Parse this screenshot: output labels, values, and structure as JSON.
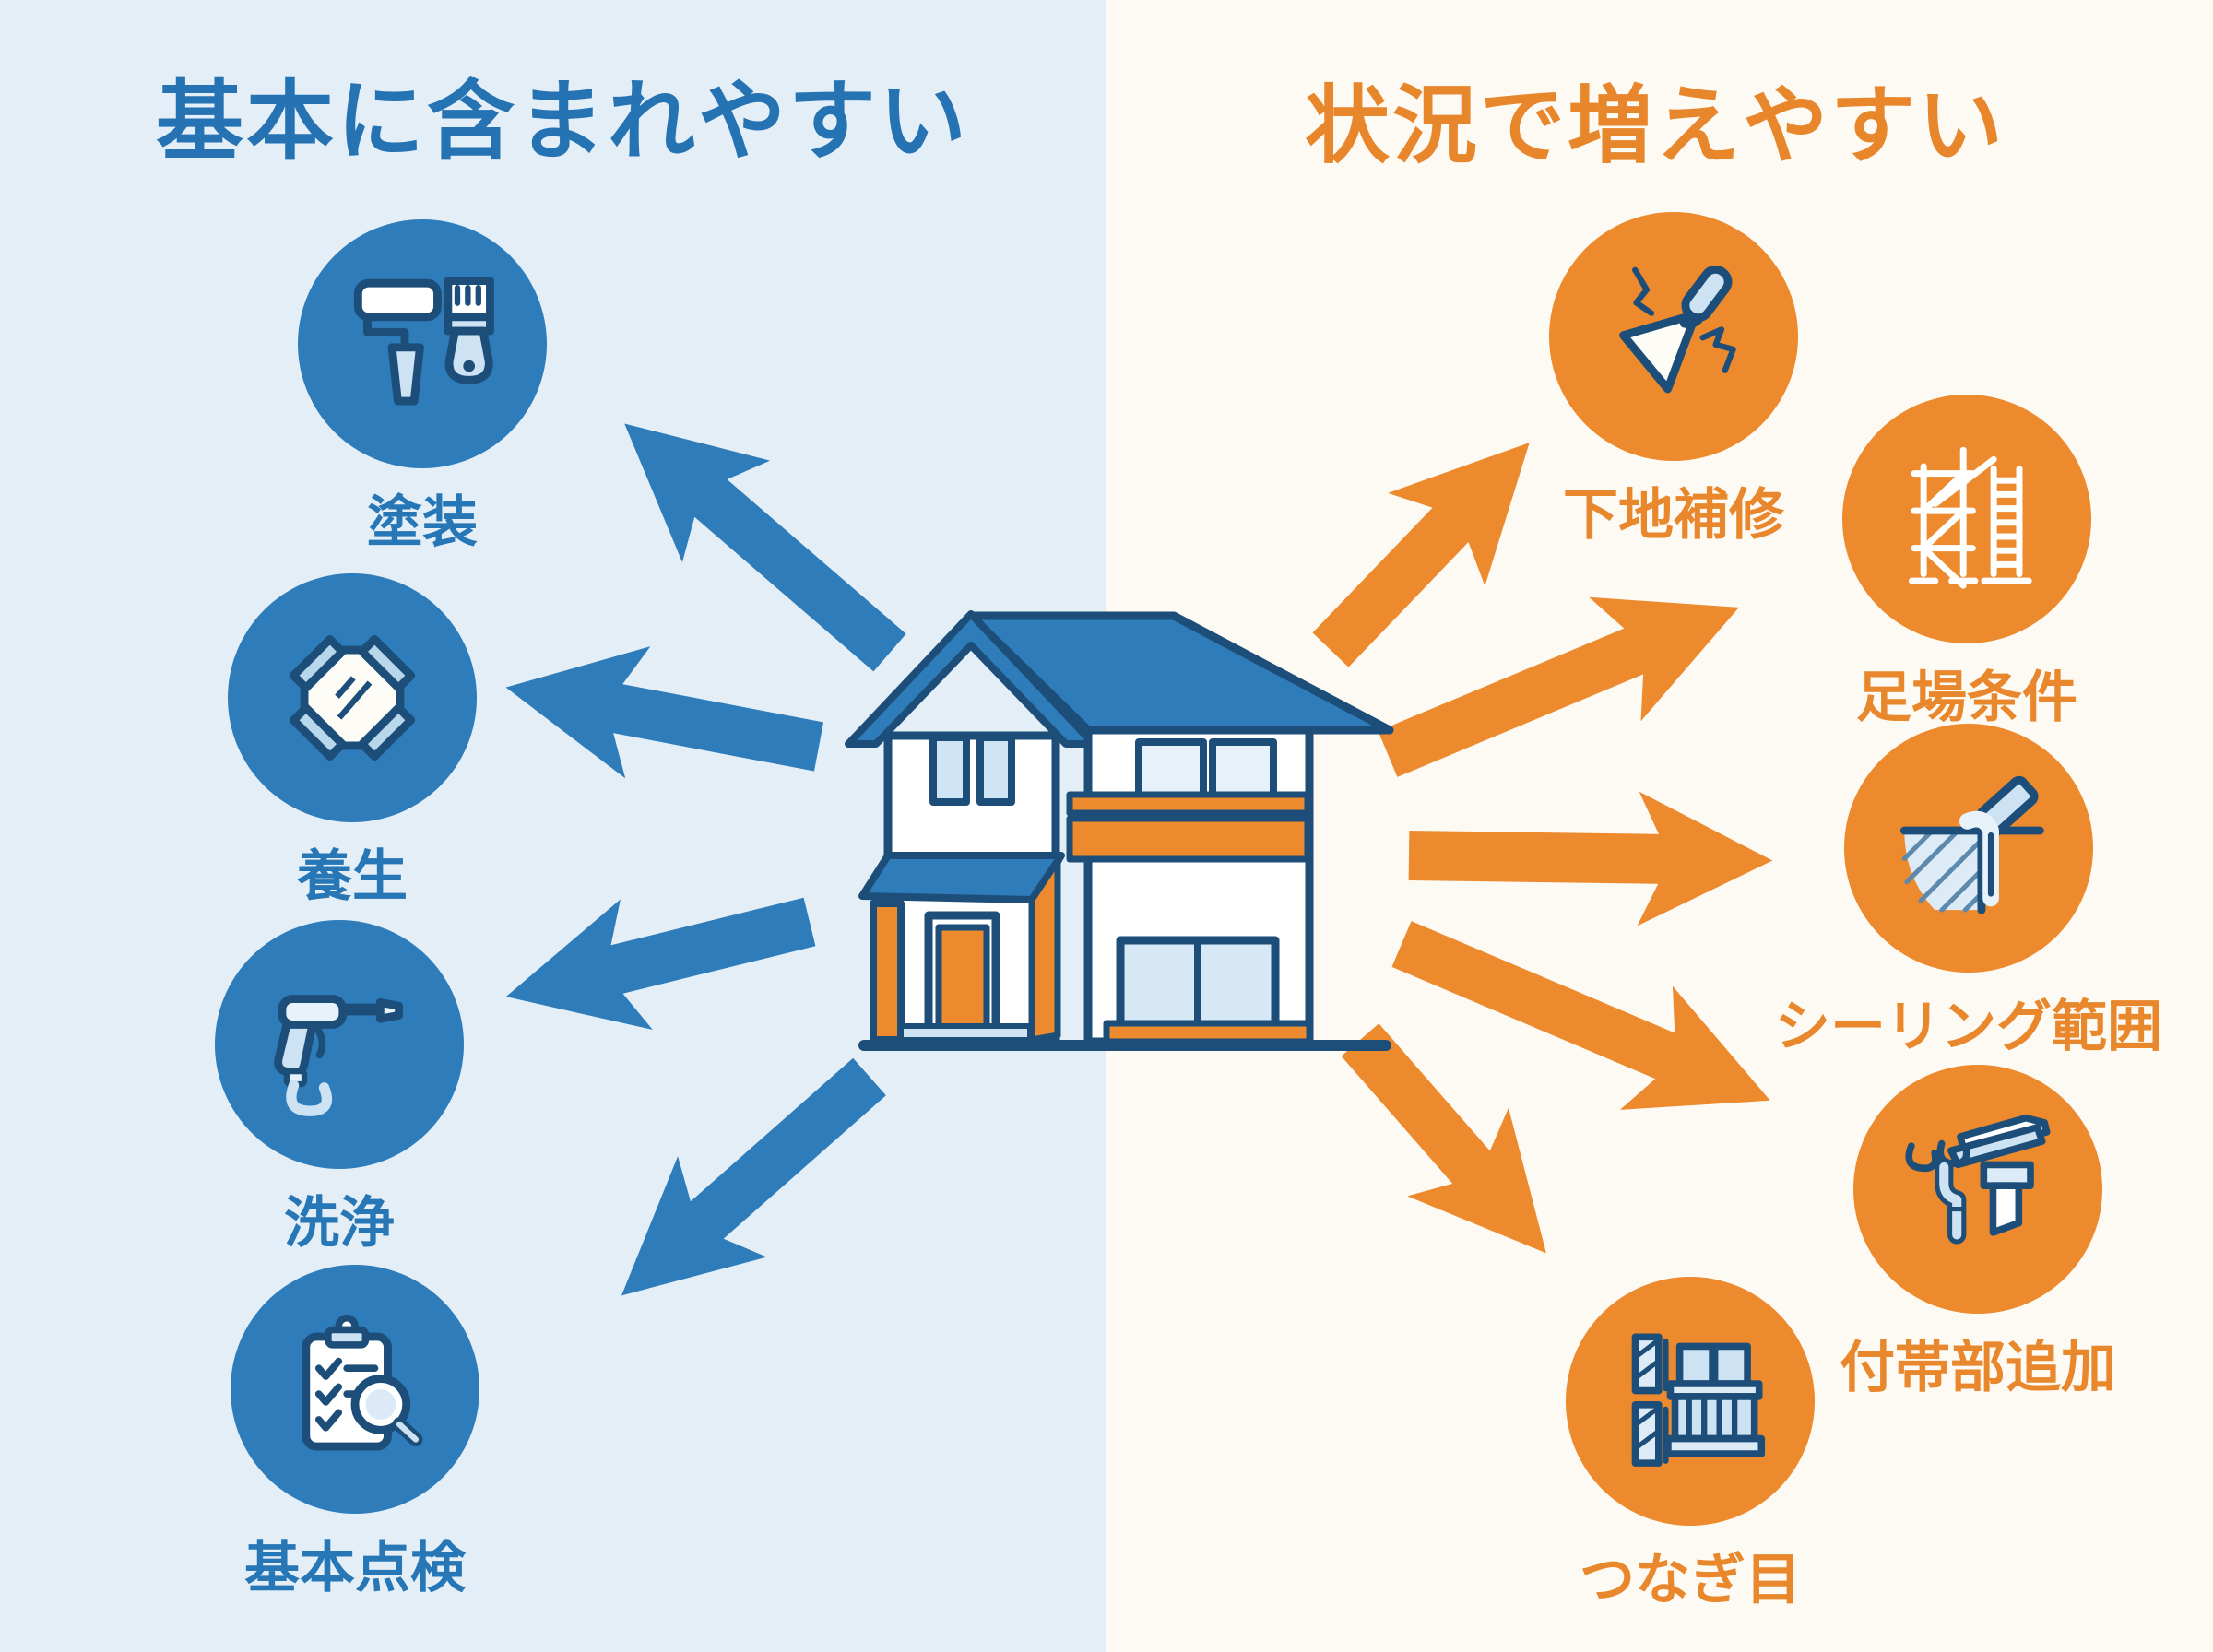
{
  "left": {
    "title": "基本に含まれやすい",
    "color": "#2673b4",
    "background": "#e4eef7",
    "items": [
      {
        "label": "塗装",
        "icon": "paint-roller-brush-icon"
      },
      {
        "label": "養生",
        "icon": "masking-window-icon"
      },
      {
        "label": "洗浄",
        "icon": "pressure-washer-icon"
      },
      {
        "label": "基本点検",
        "icon": "inspection-clipboard-icon"
      }
    ]
  },
  "right": {
    "title": "状況で増えやすい",
    "color": "#e8862c",
    "background": "#fdfaf4",
    "items": [
      {
        "label": "下地補修",
        "icon": "trowel-crack-icon"
      },
      {
        "label": "足場条件",
        "icon": "scaffold-icon"
      },
      {
        "label": "シーリング範囲",
        "icon": "sealing-joint-icon"
      },
      {
        "label": "付帯部追加",
        "icon": "gutter-parts-icon"
      },
      {
        "label": "つなぎ目",
        "icon": "wall-seam-icon"
      }
    ]
  },
  "center": {
    "illustration": "two-story-house"
  },
  "colors": {
    "blue": "#2e7cba",
    "orange": "#ec8a2d",
    "navy_outline": "#1d4e79",
    "icon_light_blue": "#cfe4f4",
    "left_background": "#e4eef7",
    "right_background": "#fdfaf4"
  }
}
